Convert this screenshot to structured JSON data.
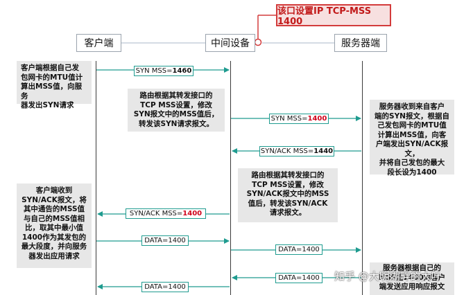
{
  "callout": {
    "title": "该口设置IP TCP-MSS 1400",
    "bg": "#f7e0e0",
    "border": "#d33b3b",
    "text_color": "#c21a1a"
  },
  "endpoints": {
    "client": "客户端",
    "router": "中间设备",
    "server": "服务器端"
  },
  "notes": {
    "client_syn": [
      "客户端根据自己发",
      "包网卡的MTU值计",
      "算出MSS值，向服务",
      "器发出SYN请求"
    ],
    "router_syn": [
      "路由根据其转发接口的",
      "TCP MSS设置，修改",
      "SYN报文中的MSS值后，",
      "转发该SYN请求报文。"
    ],
    "server_ack": [
      "服务器收到来自客户",
      "端的SYN报文，根据自",
      "己发包网卡的MTU值",
      "计算出MSS值，向客",
      "户端发出SYN/ACK报文，",
      "并将自己发包的最大",
      "段长设为1400"
    ],
    "router_ack": [
      "路由根据其转发接口的",
      "TCP MSS设置，修改",
      "SYN/ACK报文中的MSS",
      "值后，转发该SYN/ACK",
      "请求报文。"
    ],
    "client_ack": [
      "客户端收到",
      "SYN/ACK报文，将",
      "其中通告的MSS值",
      "与自己的MSS值相",
      "比，取其中最小值",
      "1400作为其发包的",
      "最大段度，并向服务",
      "器发出应用请求"
    ],
    "server_resp": [
      "服务器根据自己的",
      "MSS值1400向客户",
      "端发送应用响应报文"
    ]
  },
  "messages": [
    {
      "prefix": "SYN MSS=",
      "value": "1460",
      "red": false
    },
    {
      "prefix": "SYN MSS=",
      "value": "1400",
      "red": true
    },
    {
      "prefix": "SYN/ACK MSS=",
      "value": "1440",
      "red": false
    },
    {
      "prefix": "SYN/ACK  MSS=",
      "value": "1400",
      "red": true
    },
    {
      "prefix": "DATA=1400",
      "value": "",
      "red": false
    },
    {
      "prefix": "DATA=1400",
      "value": "",
      "red": false
    },
    {
      "prefix": "DATA=1400",
      "value": "",
      "red": false
    },
    {
      "prefix": "DATA=1400",
      "value": "",
      "red": false
    }
  ],
  "watermark": "知乎 @大明湖畔的大叶",
  "colors": {
    "arrow": "#1e9b8f",
    "lifeline": "#3a3a3a",
    "note_bg": "#e7e7e7",
    "highlight": "#d0021b"
  }
}
